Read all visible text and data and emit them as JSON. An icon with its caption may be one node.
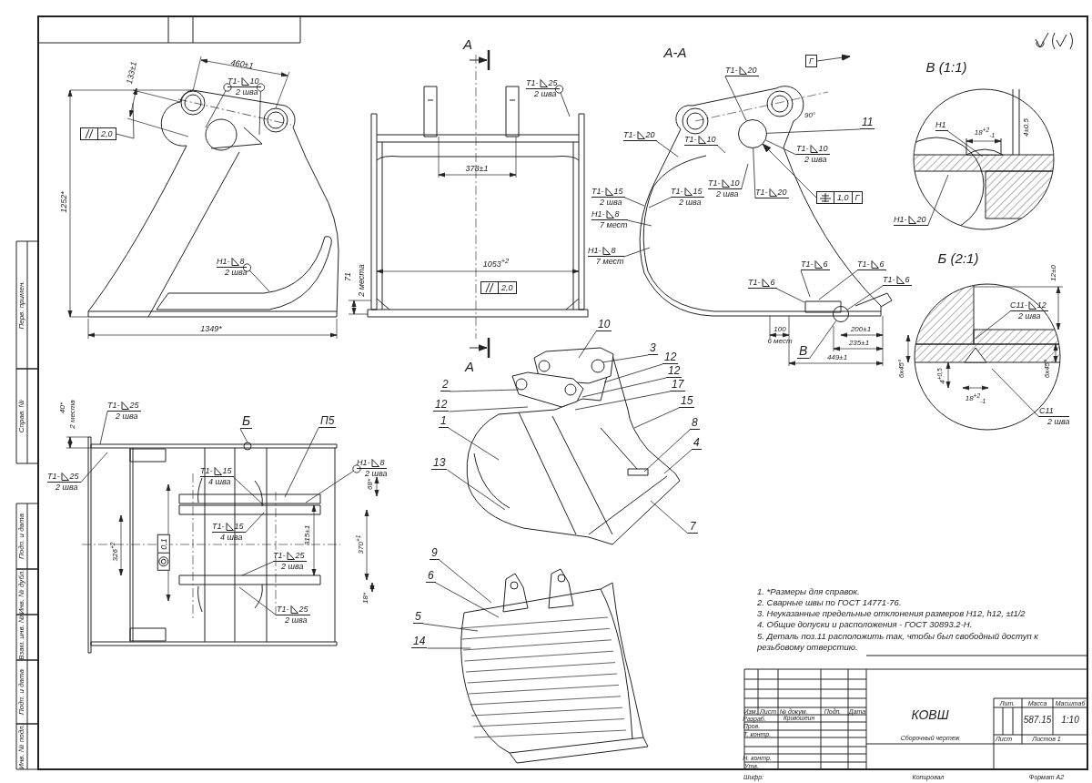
{
  "diagram": {
    "nodes": [
      {
        "text": [
          "T1-",
          "10",
          "2 шва"
        ]
      },
      {
        "text": [
          "2,0"
        ]
      },
      {
        "text": [
          "H1-",
          "8",
          "2 шва"
        ]
      },
      {
        "text": [
          "T1-",
          "25",
          "2 шва"
        ]
      },
      {
        "text": [
          "2,0"
        ]
      },
      {
        "text": [
          "T1-",
          "20"
        ]
      },
      {
        "text": [
          "Г"
        ]
      },
      {
        "text": [
          "11"
        ]
      },
      {
        "text": [
          "T1-",
          "20"
        ]
      },
      {
        "text": [
          "T1-",
          "10"
        ]
      },
      {
        "text": [
          "T1-",
          "10",
          "2 шва"
        ]
      },
      {
        "text": [
          "T1-",
          "20"
        ]
      },
      {
        "text": [
          "1,0",
          "Г"
        ]
      },
      {
        "text": [
          "T1-",
          "15",
          "2 шва"
        ]
      },
      {
        "text": [
          "T1-",
          "15",
          "2 шва"
        ]
      },
      {
        "text": [
          "T1-",
          "10",
          "2 шва"
        ]
      },
      {
        "text": [
          "H1-",
          "8",
          "7 мест"
        ]
      },
      {
        "text": [
          "H1-",
          "8",
          "7 мест"
        ]
      },
      {
        "text": [
          "T1-",
          "6"
        ]
      },
      {
        "text": [
          "T1-",
          "6"
        ]
      },
      {
        "text": [
          "T1-",
          "6"
        ]
      },
      {
        "text": [
          "T1-",
          "6"
        ]
      },
      {
        "text": [
          "В"
        ]
      },
      {
        "text": [
          "H1"
        ]
      },
      {
        "text": [
          "H1-",
          "20"
        ]
      },
      {
        "text": [
          "C11-",
          "12",
          "2 шва"
        ]
      },
      {
        "text": [
          "C11",
          "2 шва"
        ]
      },
      {
        "text": [
          "T1-",
          "25",
          "2 шва"
        ]
      },
      {
        "text": [
          "T1-",
          "25",
          "2 шва"
        ]
      },
      {
        "text": [
          "Б"
        ]
      },
      {
        "text": [
          "П5"
        ]
      },
      {
        "text": [
          "H1-",
          "8",
          "2 шва"
        ]
      },
      {
        "text": [
          "T1-",
          "15",
          "4 шва"
        ]
      },
      {
        "text": [
          "T1-",
          "15",
          "4 шва"
        ]
      },
      {
        "text": [
          "T1-",
          "25",
          "2 шва"
        ]
      },
      {
        "text": [
          "T1-",
          "25",
          "2 шва"
        ]
      },
      {
        "text": [
          "0,1"
        ]
      },
      {
        "text": [
          "10"
        ]
      },
      {
        "text": [
          "3"
        ]
      },
      {
        "text": [
          "12"
        ]
      },
      {
        "text": [
          "12"
        ]
      },
      {
        "text": [
          "17"
        ]
      },
      {
        "text": [
          "15"
        ]
      },
      {
        "text": [
          "8"
        ]
      },
      {
        "text": [
          "4"
        ]
      },
      {
        "text": [
          "7"
        ]
      },
      {
        "text": [
          "2"
        ]
      },
      {
        "text": [
          "12"
        ]
      },
      {
        "text": [
          "1"
        ]
      },
      {
        "text": [
          "13"
        ]
      },
      {
        "text": [
          "9"
        ]
      },
      {
        "text": [
          "6"
        ]
      },
      {
        "text": [
          "5"
        ]
      },
      {
        "text": [
          "14"
        ]
      },
      {
        "text": [],
        "shape": "circle"
      },
      {
        "text": [],
        "shape": "circle"
      }
    ],
    "edges": [
      {
        "from": 0,
        "to": null,
        "arrow": "other"
      },
      {
        "from": 0,
        "to": null,
        "arrow": "other"
      },
      {
        "from": 1,
        "to": null,
        "arrow": "none"
      },
      {
        "from": 2,
        "to": null,
        "arrow": "other"
      },
      {
        "from": 3,
        "to": null,
        "arrow": "other"
      },
      {
        "from": 5,
        "to": 55,
        "arrow": "none"
      },
      {
        "from": 6,
        "to": null,
        "arrow": "to"
      },
      {
        "from": 7,
        "to": 55,
        "arrow": "none"
      },
      {
        "from": 8,
        "to": null,
        "arrow": "none"
      },
      {
        "from": 9,
        "to": null,
        "arrow": "none"
      },
      {
        "from": 10,
        "to": 55,
        "arrow": "none"
      },
      {
        "from": 11,
        "to": 55,
        "arrow": "none"
      },
      {
        "from": 12,
        "to": 55,
        "arrow": "to"
      },
      {
        "from": 13,
        "to": null,
        "arrow": "none"
      },
      {
        "from": 14,
        "to": null,
        "arrow": "none"
      },
      {
        "from": 15,
        "to": null,
        "arrow": "none"
      },
      {
        "from": 16,
        "to": null,
        "arrow": "none"
      },
      {
        "from": 17,
        "to": null,
        "arrow": "none"
      },
      {
        "from": 18,
        "to": null,
        "arrow": "none"
      },
      {
        "from": 19,
        "to": null,
        "arrow": "none"
      },
      {
        "from": 20,
        "to": null,
        "arrow": "none"
      },
      {
        "from": 21,
        "to": 54,
        "arrow": "none"
      },
      {
        "from": 22,
        "to": 54,
        "arrow": "none"
      },
      {
        "from": 23,
        "to": null,
        "arrow": "none"
      },
      {
        "from": 24,
        "to": null,
        "arrow": "none"
      },
      {
        "from": 25,
        "to": null,
        "arrow": "none"
      },
      {
        "from": 26,
        "to": null,
        "arrow": "none"
      },
      {
        "from": 27,
        "to": null,
        "arrow": "none"
      },
      {
        "from": 28,
        "to": null,
        "arrow": "none"
      },
      {
        "from": 29,
        "to": null,
        "arrow": "none"
      },
      {
        "from": 30,
        "to": null,
        "arrow": "none"
      },
      {
        "from": 31,
        "to": null,
        "arrow": "other"
      },
      {
        "from": 32,
        "to": null,
        "arrow": "none"
      },
      {
        "from": 33,
        "to": null,
        "arrow": "none"
      },
      {
        "from": 34,
        "to": null,
        "arrow": "none"
      },
      {
        "from": 35,
        "to": null,
        "arrow": "none"
      },
      {
        "from": 37,
        "to": null,
        "arrow": "none"
      },
      {
        "from": 38,
        "to": null,
        "arrow": "none"
      },
      {
        "from": 39,
        "to": null,
        "arrow": "none"
      },
      {
        "from": 40,
        "to": null,
        "arrow": "none"
      },
      {
        "from": 41,
        "to": null,
        "arrow": "none"
      },
      {
        "from": 42,
        "to": null,
        "arrow": "none"
      },
      {
        "from": 43,
        "to": null,
        "arrow": "none"
      },
      {
        "from": 44,
        "to": null,
        "arrow": "none"
      },
      {
        "from": 45,
        "to": null,
        "arrow": "none"
      },
      {
        "from": 46,
        "to": null,
        "arrow": "none"
      },
      {
        "from": 47,
        "to": null,
        "arrow": "none"
      },
      {
        "from": 48,
        "to": null,
        "arrow": "none"
      },
      {
        "from": 49,
        "to": null,
        "arrow": "none"
      },
      {
        "from": 50,
        "to": null,
        "arrow": "none"
      },
      {
        "from": 51,
        "to": null,
        "arrow": "none"
      },
      {
        "from": 52,
        "to": null,
        "arrow": "none"
      },
      {
        "from": 53,
        "to": null,
        "arrow": "none"
      }
    ],
    "labels": [
      "460±1",
      "133±1",
      "1252*",
      "1349*",
      "А",
      "378±1",
      "1053$^{+2}$",
      "71",
      "2 места",
      "А",
      "А-А",
      "90°",
      "100",
      "6 мест",
      "200±1",
      "235±1",
      "449±1",
      "В (1:1)",
      "18$^{+2}$$_{-1}$",
      "4±0.5",
      "Б (2:1)",
      "12±0",
      "6x45°",
      "4$^{+0,5}$",
      "18$^{+2}$$_{-1}$",
      "6x45°",
      "40*",
      "2 места",
      "68*",
      "326$^{+2}$",
      "315±1",
      "370$^{+1}$",
      "18*",
      "1. *Размеры для справок.",
      "2. Сварные швы по ГОСТ 14771-76.",
      "3. Неуказанные предельные отклонения размеров Н12, h12, ±t1/2",
      "4. Общие допуски и расположения - ГОСТ 30893.2-Н.",
      "5. Деталь поз.11 расположить так, чтобы был свободный доступ к резьбовому отверстию.",
      "Перв. примен.",
      "Справ. №",
      "Подп. и дата",
      "Инв. № дубл.",
      "Взам. инв. №",
      "Подп. и дата",
      "Инв. № подл.",
      "Изм.",
      "Лист",
      "№ докум.",
      "Подп.",
      "Дата",
      "КОВШ",
      "Лит.",
      "Масса",
      "Масштаб",
      "Разраб.",
      "Кривошеин",
      "587.15",
      "1:10",
      "Пров.",
      "Т. контр.",
      "Сборочный чертеж",
      "Лист",
      "Листов 1",
      "Н. контр.",
      "Утв.",
      "Шифр:",
      "Копировал",
      "Формат А2"
    ]
  }
}
